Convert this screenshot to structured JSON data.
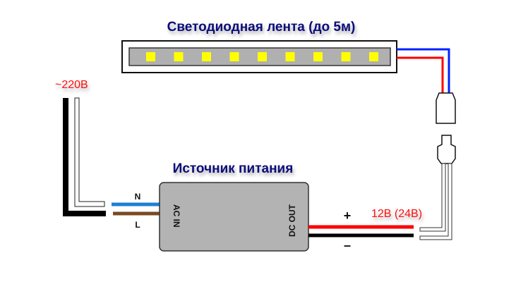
{
  "strip_title": "Светодиодная лента (до 5м)",
  "psu_title": "Источник питания",
  "mains_voltage": "~220В",
  "output_voltage": "12В (24В)",
  "neutral_label": "N",
  "line_label": "L",
  "ac_in_label": "AC IN",
  "dc_out_label": "DC OUT",
  "plus_label": "+",
  "minus_label": "–",
  "led_count": 9,
  "colors": {
    "title": "#0a0a7a",
    "label_red": "#ff1010",
    "led": "#ffff00",
    "strip": "#b0b0b0",
    "psu": "#b3b3b3",
    "neutral": "#1e7fd0",
    "line": "#7a4a20"
  }
}
